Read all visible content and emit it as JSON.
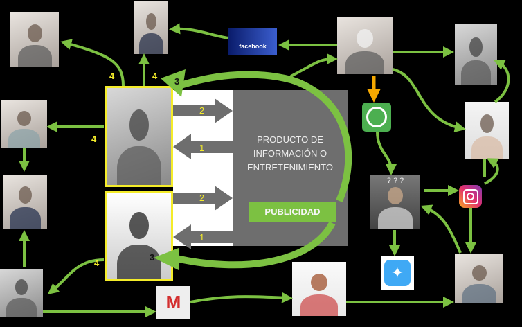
{
  "center_box": {
    "line1": "PRODUCTO DE",
    "line2": "INFORMACIÓN O",
    "line3": "ENTRETENIMIENTO"
  },
  "publicidad_label": "PUBLICIDAD",
  "step_labels": {
    "one": "1",
    "two": "2",
    "three": "3",
    "four": "4"
  },
  "question_marks": "? ? ?",
  "facebook_logo": "facebook",
  "gmail_logo": "M",
  "colors": {
    "green": "#7cc142",
    "yellow": "#f4ec2a",
    "gray": "#6e6e6e",
    "orange": "#f5a800"
  }
}
